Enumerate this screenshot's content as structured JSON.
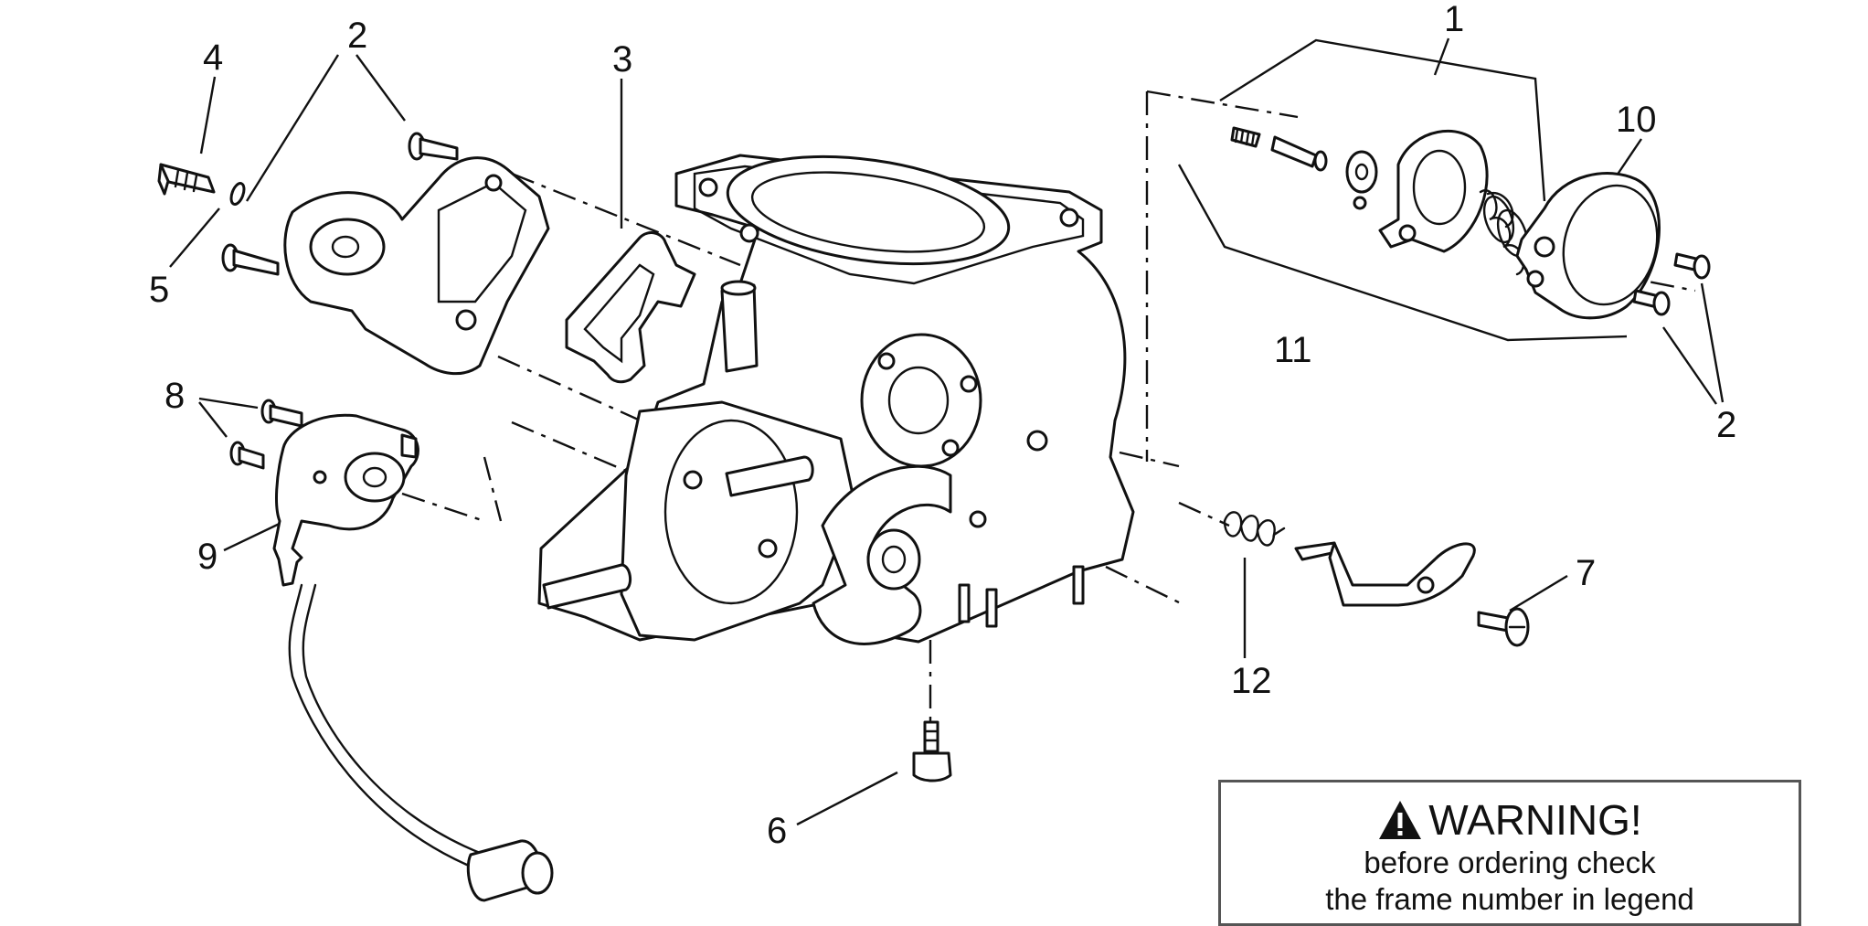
{
  "callouts": {
    "n1": "1",
    "n2a": "2",
    "n2b": "2",
    "n3": "3",
    "n4": "4",
    "n5": "5",
    "n6": "6",
    "n7": "7",
    "n8": "8",
    "n9": "9",
    "n10": "10",
    "n11": "11",
    "n12": "12"
  },
  "warning": {
    "icon": "warning-triangle-icon",
    "title": "WARNING!",
    "line1": "before ordering check",
    "line2": "the frame number in legend"
  },
  "colors": {
    "ink": "#111111",
    "background": "#ffffff",
    "box_border": "#555555"
  }
}
